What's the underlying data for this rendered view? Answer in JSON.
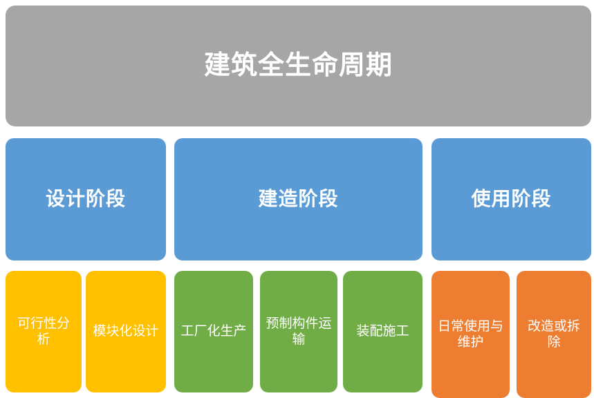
{
  "diagram": {
    "type": "hierarchy",
    "title": "建筑全生命周期",
    "colors": {
      "root": "#A6A6A6",
      "phase": "#5B9BD5",
      "design_activity": "#FFC000",
      "construction_activity": "#70AD47",
      "use_activity": "#ED7D31",
      "background": "#FFFFFF",
      "text": "#FFFFFF"
    },
    "root": {
      "label": "建筑全生命周期"
    },
    "phases": [
      {
        "label": "设计阶段"
      },
      {
        "label": "建造阶段"
      },
      {
        "label": "使用阶段"
      }
    ],
    "activities": [
      {
        "label": "可行性分析",
        "phase": "设计阶段"
      },
      {
        "label": "模块化设计",
        "phase": "设计阶段"
      },
      {
        "label": "工厂化生产",
        "phase": "建造阶段"
      },
      {
        "label": "预制构件运输",
        "phase": "建造阶段"
      },
      {
        "label": "装配施工",
        "phase": "建造阶段"
      },
      {
        "label": "日常使用与维护",
        "phase": "使用阶段"
      },
      {
        "label": "改造或拆除",
        "phase": "使用阶段"
      }
    ]
  }
}
